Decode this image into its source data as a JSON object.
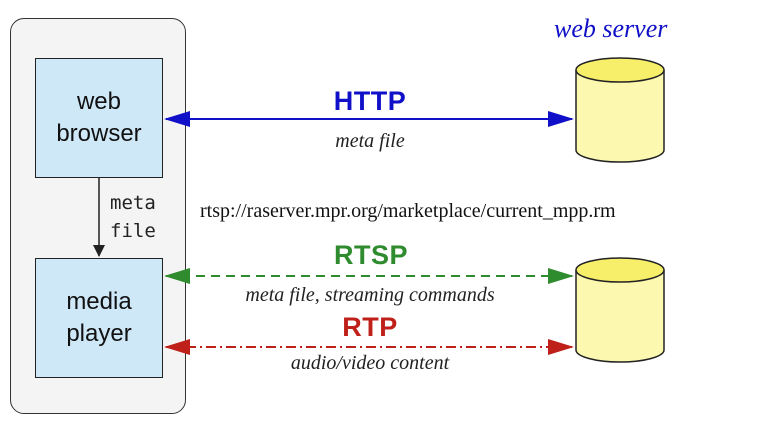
{
  "client": {
    "browser_label": "web\nbrowser",
    "player_label": "media\nplayer",
    "meta_label_1": "meta",
    "meta_label_2": "file"
  },
  "servers": {
    "web_server_label": "web server"
  },
  "links": {
    "http": {
      "protocol": "HTTP",
      "description": "meta file",
      "color": "#1010c8"
    },
    "rtsp": {
      "protocol": "RTSP",
      "description": "meta file, streaming commands",
      "color": "#2e8b2e"
    },
    "rtp": {
      "protocol": "RTP",
      "description": "audio/video content",
      "color": "#c0201a"
    }
  },
  "url": "rtsp://raserver.mpr.org/marketplace/current_mpp.rm",
  "colors": {
    "box_fill": "#cfe8f8",
    "server_fill": "#fdf8b0",
    "panel_fill": "#f4f4f4"
  }
}
